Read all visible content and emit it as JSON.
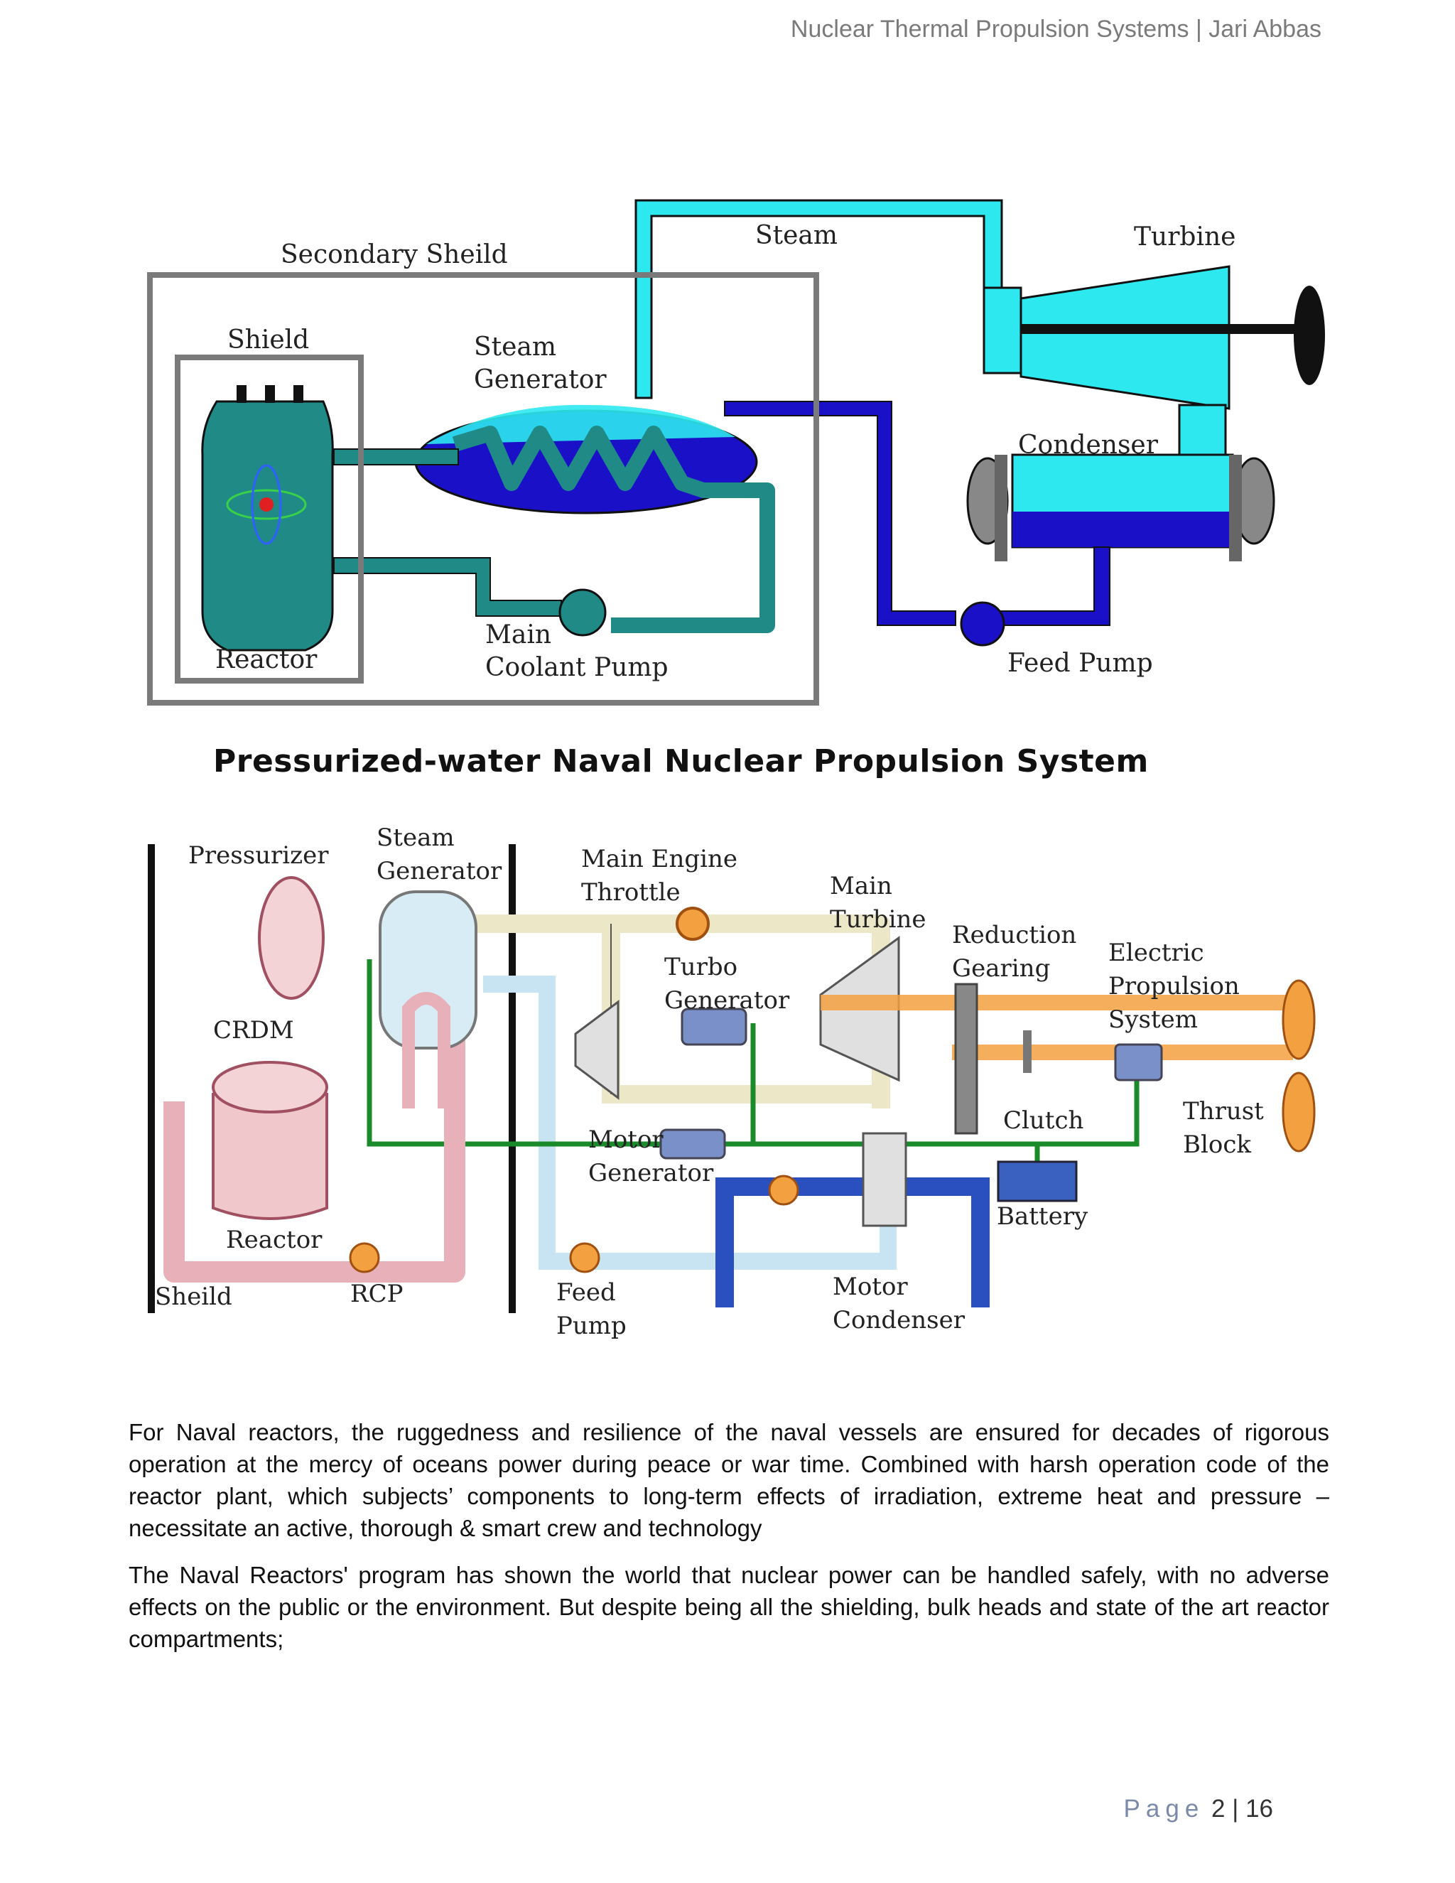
{
  "header": {
    "running_title": "Nuclear Thermal Propulsion Systems | Jari Abbas"
  },
  "diagram1": {
    "labels": {
      "secondary_shield": "Secondary Sheild",
      "shield": "Shield",
      "steam": "Steam",
      "turbine": "Turbine",
      "steam_generator_1": "Steam",
      "steam_generator_2": "Generator",
      "condenser": "Condenser",
      "reactor": "Reactor",
      "main_coolant_pump_1": "Main",
      "main_coolant_pump_2": "Coolant Pump",
      "feed_pump": "Feed Pump"
    },
    "caption": "Pressurized-water Naval Nuclear Propulsion System"
  },
  "diagram2": {
    "labels": {
      "pressurizer": "Pressurizer",
      "steam_gen_1": "Steam",
      "steam_gen_2": "Generator",
      "main_engine_throttle_1": "Main Engine",
      "main_engine_throttle_2": "Throttle",
      "main_turbine_1": "Main",
      "main_turbine_2": "Turbine",
      "turbo_generator_1": "Turbo",
      "turbo_generator_2": "Generator",
      "reduction_gearing_1": "Reduction",
      "reduction_gearing_2": "Gearing",
      "electric_propulsion_1": "Electric",
      "electric_propulsion_2": "Propulsion",
      "electric_propulsion_3": "System",
      "crdm": "CRDM",
      "clutch": "Clutch",
      "thrust_block_1": "Thrust",
      "thrust_block_2": "Block",
      "motor_generator_1": "Motor",
      "motor_generator_2": "Generator",
      "battery": "Battery",
      "reactor": "Reactor",
      "sheild": "Sheild",
      "rcp": "RCP",
      "feed_pump_1": "Feed",
      "feed_pump_2": "Pump",
      "motor_condenser_1": "Motor",
      "motor_condenser_2": "Condenser"
    }
  },
  "body": {
    "paragraph1": "For Naval reactors, the ruggedness and resilience of the naval vessels are ensured for decades of rigorous operation at the mercy of oceans power during peace or war time. Combined with harsh operation code of the reactor plant, which subjects’ components to long-term effects of irradiation, extreme heat and pressure – necessitate an active, thorough & smart crew and technology",
    "paragraph2": " The Naval Reactors' program has shown the world that nuclear power can be handled safely, with no adverse effects on the public or the environment. But despite being all the shielding, bulk heads and state of the art reactor compartments;"
  },
  "footer": {
    "page_word": "Page",
    "page_current": "2",
    "separator": "|",
    "page_total": "16"
  },
  "colors": {
    "coolant": "#1f8a86",
    "steam": "#2ee8f0",
    "water": "#1a10c8",
    "shield_gray": "#7a7a7a"
  }
}
